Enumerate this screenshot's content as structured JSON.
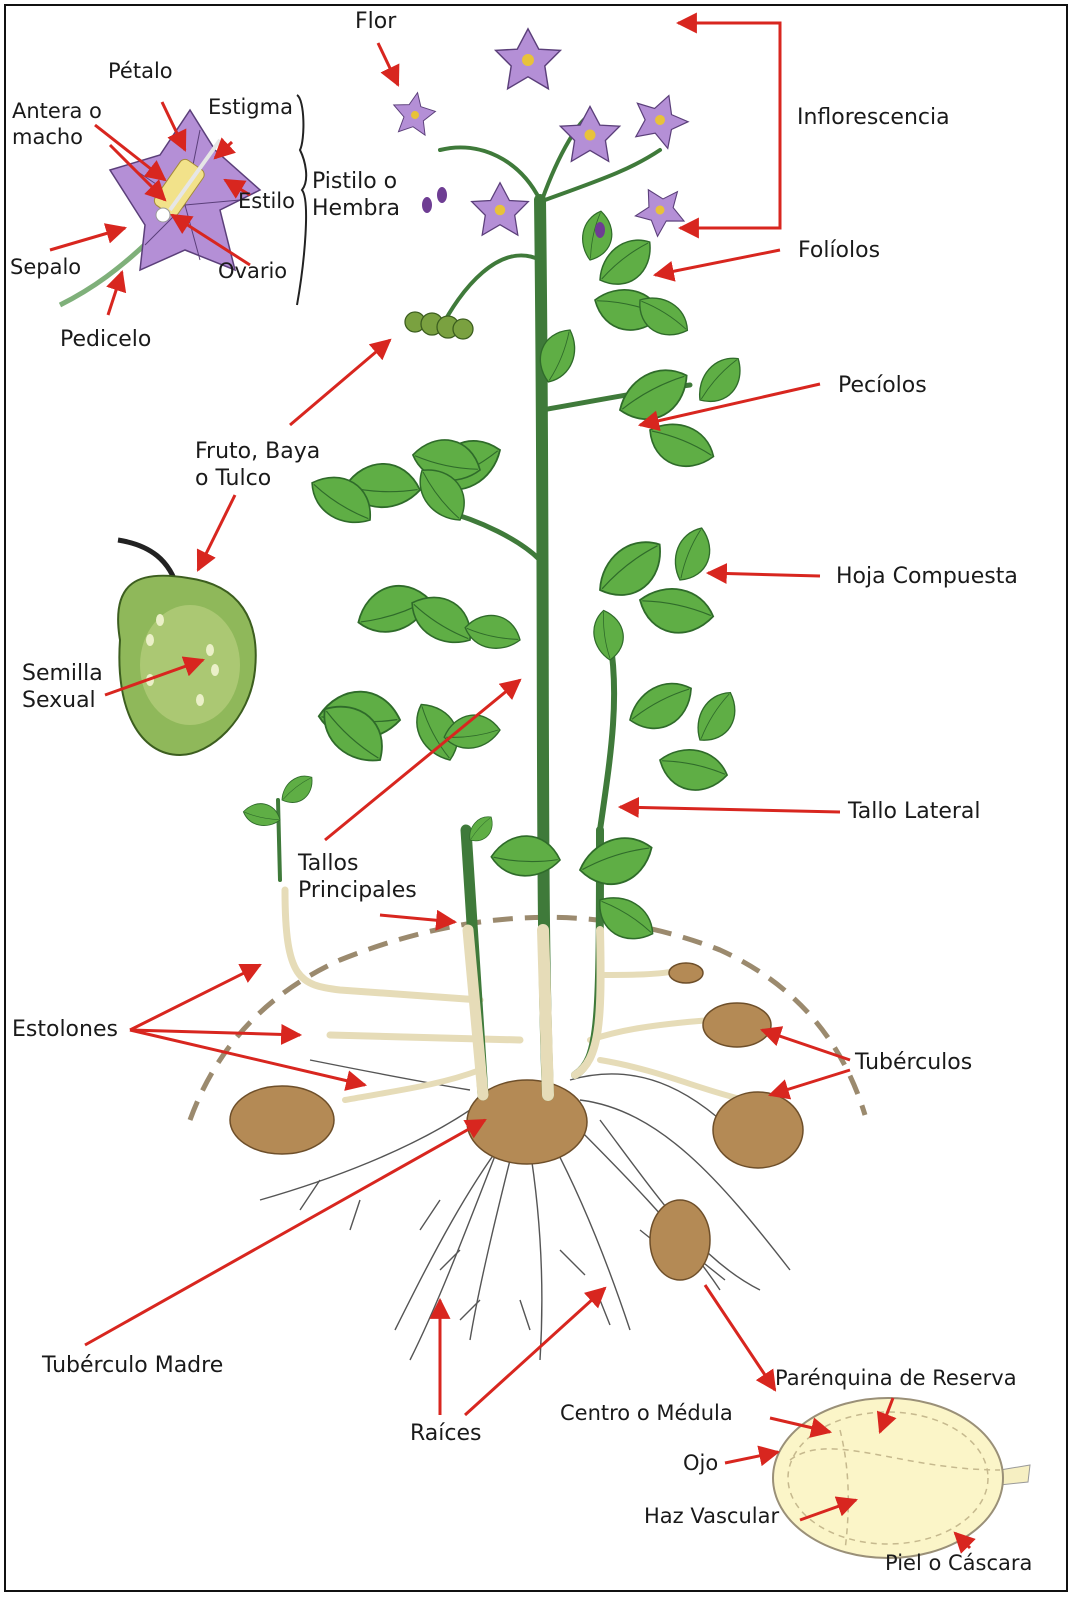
{
  "labels": {
    "flor": "Flor",
    "inflorescencia": "Inflorescencia",
    "petalo": "Pétalo",
    "antera": "Antera o\nmacho",
    "estigma": "Estigma",
    "estilo": "Estilo",
    "pistilo": "Pistilo o\nHembra",
    "sepalo": "Sepalo",
    "ovario": "Ovario",
    "pedicelo": "Pedicelo",
    "foliolos": "Folíolos",
    "peciolos": "Pecíolos",
    "fruto": "Fruto, Baya\no Tulco",
    "hoja_compuesta": "Hoja Compuesta",
    "semilla": "Semilla\nSexual",
    "tallo_lateral": "Tallo Lateral",
    "tallos_principales": "Tallos\nPrincipales",
    "estolones": "Estolones",
    "tuberculos": "Tubérculos",
    "tuberculo_madre": "Tubérculo Madre",
    "raices": "Raíces",
    "parenquina": "Parénquina de Reserva",
    "centro": "Centro o Médula",
    "ojo": "Ojo",
    "haz": "Haz Vascular",
    "piel": "Piel o Cáscara"
  },
  "colors": {
    "arrow": "#d8261f",
    "leaf": "#5fae45",
    "leaf_dark": "#2f6b2a",
    "stem": "#3f7a3a",
    "flower": "#b48fd6",
    "tuber": "#b48a55",
    "root": "#555555",
    "soil_line": "#9b8a6e"
  }
}
